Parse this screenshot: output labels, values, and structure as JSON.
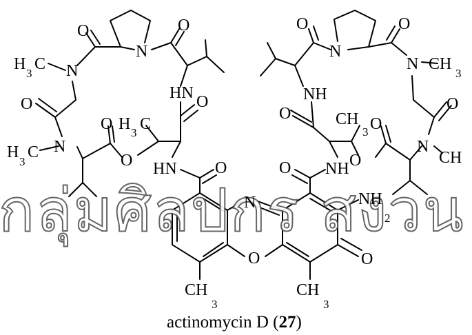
{
  "caption": {
    "name": "actinomycin D",
    "open": " (",
    "number": "27",
    "close": ")"
  },
  "watermark": "กลุ่มศิลปกร สงวน",
  "labels": {
    "O": "O",
    "N": "N",
    "HN": "HN",
    "NH": "NH",
    "H": "H",
    "C": "C",
    "CH": "CH",
    "NH_amine": "NH",
    "sub3": "3",
    "sub2": "2"
  }
}
